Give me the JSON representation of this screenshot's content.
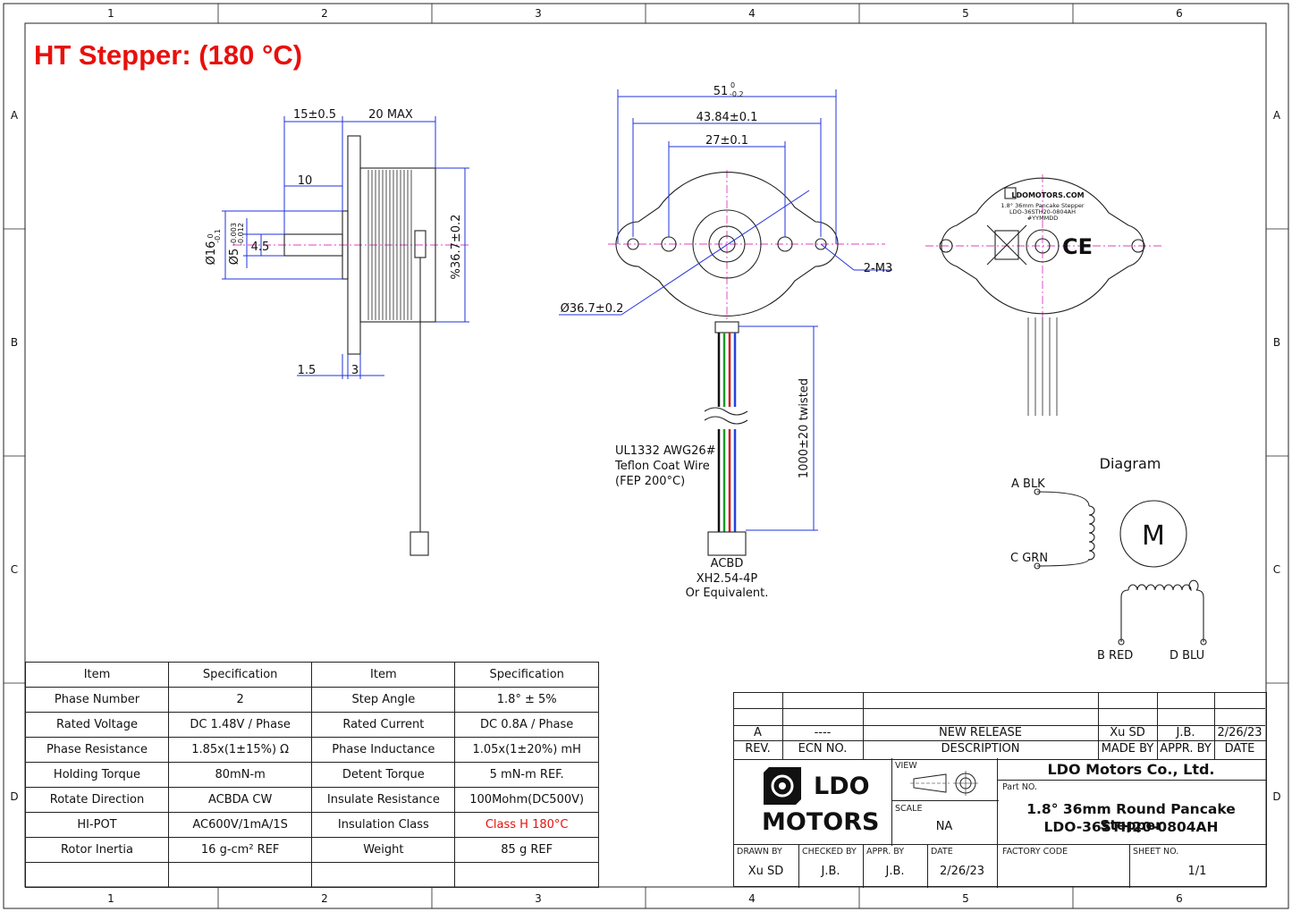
{
  "title": "HT Stepper: (180 °C)",
  "frame": {
    "columns": [
      "1",
      "2",
      "3",
      "4",
      "5",
      "6"
    ],
    "rows": [
      "A",
      "B",
      "C",
      "D"
    ]
  },
  "side_view": {
    "dims": [
      "15±0.5",
      "20 MAX",
      "10",
      "4.5",
      "1.5",
      "3",
      "Ø16",
      "0",
      "-0.1",
      "Ø5",
      "-0.003",
      "-0.012",
      "%36.7±0.2"
    ]
  },
  "front_view": {
    "dims": [
      "51",
      "0",
      "-0.2",
      "43.84±0.1",
      "27±0.1",
      "2-M3",
      "Ø36.7±0.2",
      "1000±20 twisted"
    ],
    "wire_note": [
      "UL1332 AWG26#",
      "Teflon Coat Wire",
      "(FEP 200°C)"
    ],
    "connector_note": [
      "ACBD",
      "XH2.54-4P",
      "Or Equivalent."
    ]
  },
  "back_view": {
    "label_lines": [
      "LDOMOTORS.COM",
      "1.8° 36mm Pancake Stepper",
      "LDO-36STH20-0804AH",
      "#YYMMDD"
    ],
    "ce_mark": "CE"
  },
  "diagram": {
    "title": "Diagram",
    "motor": "M",
    "pins": [
      "A BLK",
      "C GRN",
      "B RED",
      "D BLU"
    ]
  },
  "spec_table": {
    "headers": [
      "Item",
      "Specification",
      "Item",
      "Specification"
    ],
    "rows": [
      [
        "Phase Number",
        "2",
        "Step Angle",
        "1.8° ± 5%"
      ],
      [
        "Rated Voltage",
        "DC 1.48V / Phase",
        "Rated Current",
        "DC 0.8A / Phase"
      ],
      [
        "Phase Resistance",
        "1.85x(1±15%) Ω",
        "Phase Inductance",
        "1.05x(1±20%) mH"
      ],
      [
        "Holding Torque",
        "80mN-m",
        "Detent Torque",
        "5 mN-m REF."
      ],
      [
        "Rotate Direction",
        "ACBDA CW",
        "Insulate Resistance",
        "100Mohm(DC500V)"
      ],
      [
        "HI-POT",
        "AC600V/1mA/1S",
        "Insulation Class",
        "Class H 180°C"
      ],
      [
        "Rotor Inertia",
        "16 g-cm² REF",
        "Weight",
        "85 g REF"
      ],
      [
        "",
        "",
        "",
        ""
      ]
    ]
  },
  "revision": {
    "rev": "A",
    "ecn": "----",
    "description": "NEW RELEASE",
    "made_by": "Xu SD",
    "appr_by": "J.B.",
    "date": "2/26/23",
    "headers": [
      "REV.",
      "ECN NO.",
      "DESCRIPTION",
      "MADE BY",
      "APPR. BY",
      "DATE"
    ]
  },
  "title_block": {
    "logo_line1": "LDO",
    "logo_line2": "MOTORS",
    "company": "LDO Motors Co., Ltd.",
    "view_label": "VIEW",
    "scale_label": "SCALE",
    "scale": "NA",
    "part_no_label": "Part NO.",
    "part_name": "1.8° 36mm Round Pancake Stepper",
    "part_no": "LDO-36STH20-0804AH",
    "drawn_by_label": "DRAWN BY",
    "drawn_by": "Xu SD",
    "checked_by_label": "CHECKED BY",
    "checked_by": "J.B.",
    "appr_by_label": "APPR. BY",
    "appr_by": "J.B.",
    "date_label": "DATE",
    "date": "2/26/23",
    "factory_code_label": "FACTORY CODE",
    "sheet_no_label": "SHEET NO.",
    "sheet_no": "1/1"
  }
}
